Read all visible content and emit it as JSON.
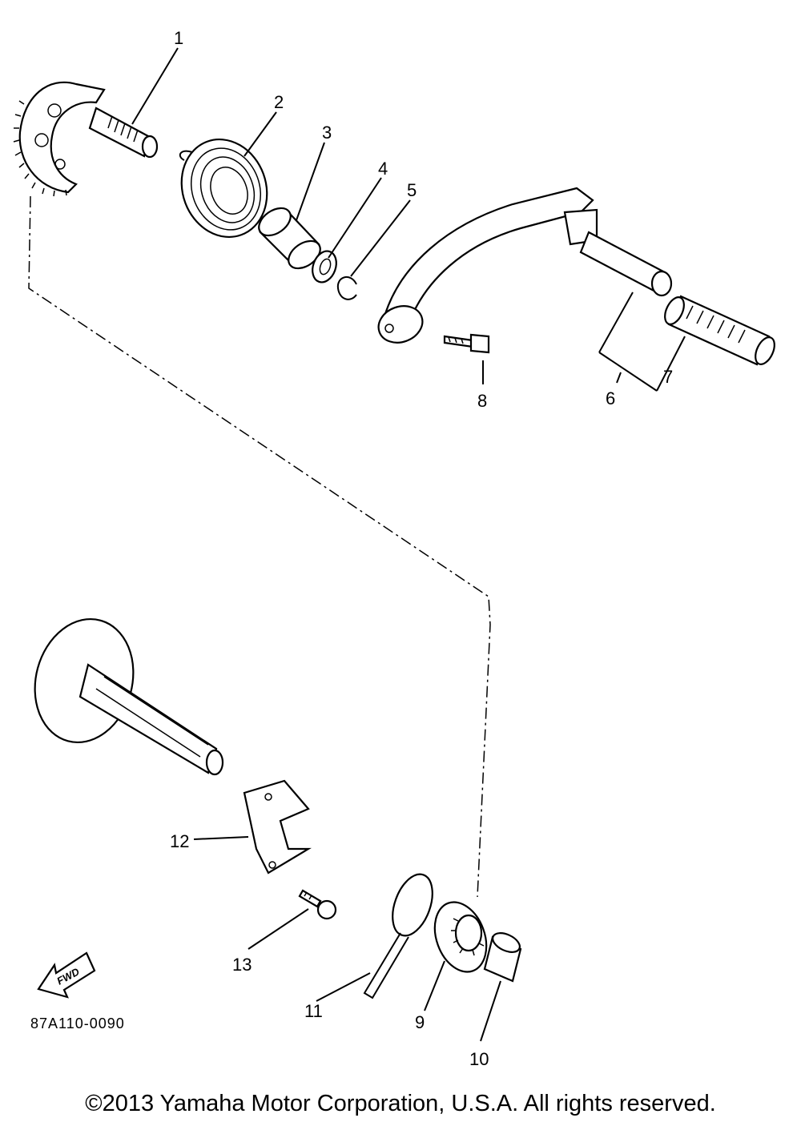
{
  "diagram": {
    "callouts": [
      {
        "id": "1",
        "label": "1"
      },
      {
        "id": "2",
        "label": "2"
      },
      {
        "id": "3",
        "label": "3"
      },
      {
        "id": "4",
        "label": "4"
      },
      {
        "id": "5",
        "label": "5"
      },
      {
        "id": "6",
        "label": "6"
      },
      {
        "id": "7",
        "label": "7"
      },
      {
        "id": "8",
        "label": "8"
      },
      {
        "id": "9",
        "label": "9"
      },
      {
        "id": "10",
        "label": "10"
      },
      {
        "id": "11",
        "label": "11"
      },
      {
        "id": "12",
        "label": "12"
      },
      {
        "id": "13",
        "label": "13"
      }
    ],
    "fwd_label": "FWD",
    "part_code": "87A110-0090"
  },
  "footer": {
    "copyright": "©2013 Yamaha Motor Corporation, U.S.A. All rights reserved."
  }
}
